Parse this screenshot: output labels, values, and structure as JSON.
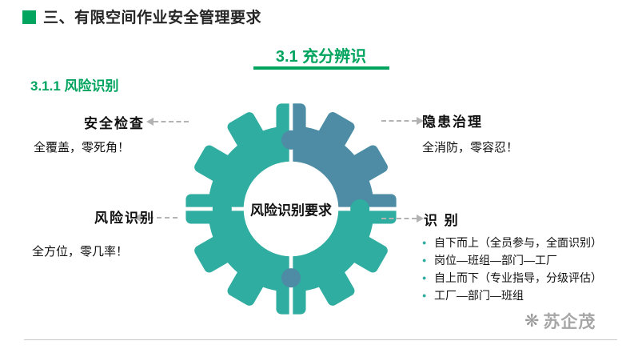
{
  "header": {
    "title": "三、有限空间作业安全管理要求"
  },
  "section": {
    "title": "3.1  充分辨识",
    "subtitle": "3.1.1  风险识别"
  },
  "gear": {
    "center_label": "风险识别要求"
  },
  "callouts": {
    "top_left": {
      "label": "安全检查",
      "desc": "全覆盖，零死角！"
    },
    "top_right": {
      "label": "隐患治理",
      "desc": "全消防，零容忍！"
    },
    "bottom_left": {
      "label": "风险识别",
      "desc": "全方位，零几率！"
    },
    "bottom_right": {
      "label": "识  别",
      "bullets": [
        "自下而上（全员参与，全面识别）",
        "岗位—班组—部门—工厂",
        "自上而下（专业指导，分级评估）",
        "工厂—部门—班组"
      ]
    }
  },
  "colors": {
    "green": "#00A45F",
    "teal": "#2FADA0",
    "blue": "#4E8CA6"
  },
  "watermark": {
    "text": "苏企茂"
  }
}
